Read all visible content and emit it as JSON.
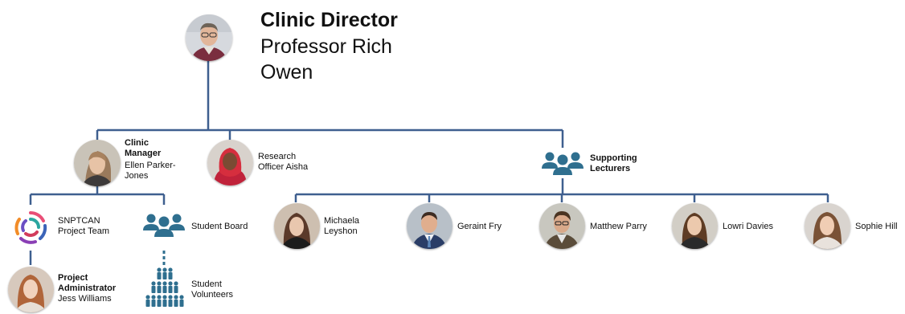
{
  "director": {
    "title": "Clinic Director",
    "name": "Professor Rich Owen"
  },
  "manager": {
    "title": "Clinic Manager",
    "name": "Ellen Parker-Jones"
  },
  "research_officer": {
    "label": "Research Officer Aisha"
  },
  "supporting": {
    "title": "Supporting Lecturers",
    "lecturers": [
      {
        "name": "Michaela Leyshon"
      },
      {
        "name": "Geraint Fry"
      },
      {
        "name": "Matthew Parry"
      },
      {
        "name": "Lowri Davies"
      },
      {
        "name": "Sophie Hill"
      }
    ]
  },
  "project_team": {
    "label": "SNPTCAN Project Team"
  },
  "student_board": {
    "label": "Student Board"
  },
  "project_admin": {
    "title": "Project Administrator",
    "name": "Jess Williams"
  },
  "volunteers": {
    "label": "Student Volunteers"
  },
  "colors": {
    "line": "#3e5f8f",
    "icon": "#2f6f8f"
  }
}
